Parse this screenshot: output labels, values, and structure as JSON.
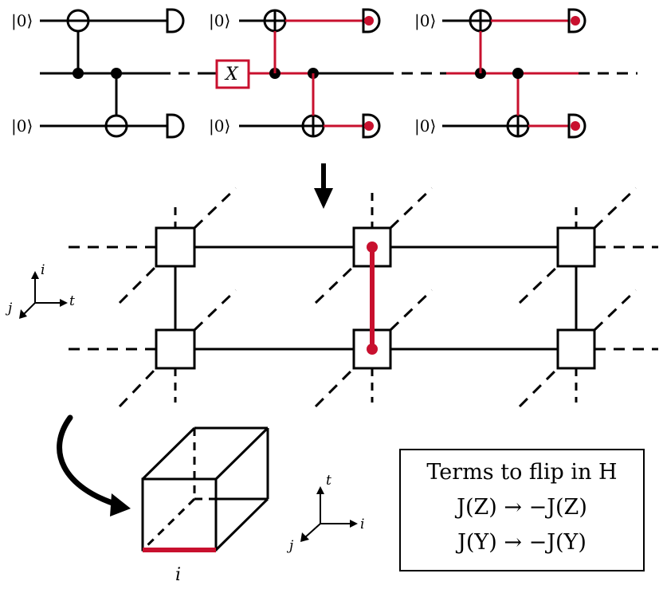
{
  "circuit": {
    "ket_label": "|0⟩",
    "gate_label": "X"
  },
  "axes_lattice": {
    "up": "i",
    "depth": "j",
    "right": "t"
  },
  "cube": {
    "edge_label": "i"
  },
  "axes_cube": {
    "up": "t",
    "depth": "j",
    "right": "i"
  },
  "terms_box": {
    "title": "Terms to flip in H",
    "line1": "J(Z) → −J(Z)",
    "line2": "J(Y) → −J(Y)"
  },
  "colors": {
    "highlight": "#c8102e",
    "ink": "#000000"
  }
}
